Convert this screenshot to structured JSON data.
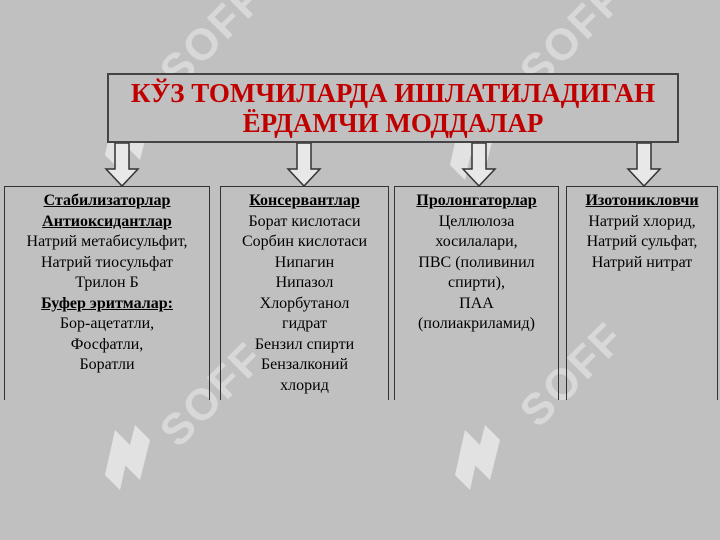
{
  "title": {
    "line1": "КЎЗ ТОМЧИЛАРДА ИШЛАТИЛАДИГАН",
    "line2": "ЁРДАМЧИ МОДДАЛАР"
  },
  "watermark": {
    "text": "SOFF"
  },
  "columns": [
    {
      "heading": "Стабилизаторлар",
      "subheading": "Антиоксидантлар",
      "items": [
        "Натрий метабисульфит,",
        "Натрий тиосульфат",
        "Трилон Б"
      ],
      "subheading2": "Буфер эритмалар:",
      "items2": [
        "Бор-ацетатли,",
        "Фосфатли,",
        "Боратли"
      ]
    },
    {
      "heading": "Консервантлар",
      "items": [
        "Борат кислотаси",
        "Сорбин кислотаси",
        "Нипагин",
        "Нипазол",
        "Хлорбутанол",
        "гидрат",
        "Бензил спирти",
        "Бензалконий",
        "хлорид"
      ]
    },
    {
      "heading": "Пролонгаторлар",
      "items": [
        "Целлюлоза",
        "хосилалари,",
        "ПВС (поливинил",
        "спирти),",
        "ПАА",
        "(полиакриламид)"
      ]
    },
    {
      "heading": "Изотониклoвчи",
      "items": [
        "Натрий хлорид,",
        "Натрий сульфат,",
        "Натрий нитрат"
      ]
    }
  ],
  "colors": {
    "title_text": "#c00000",
    "background": "#c0c0c0"
  }
}
